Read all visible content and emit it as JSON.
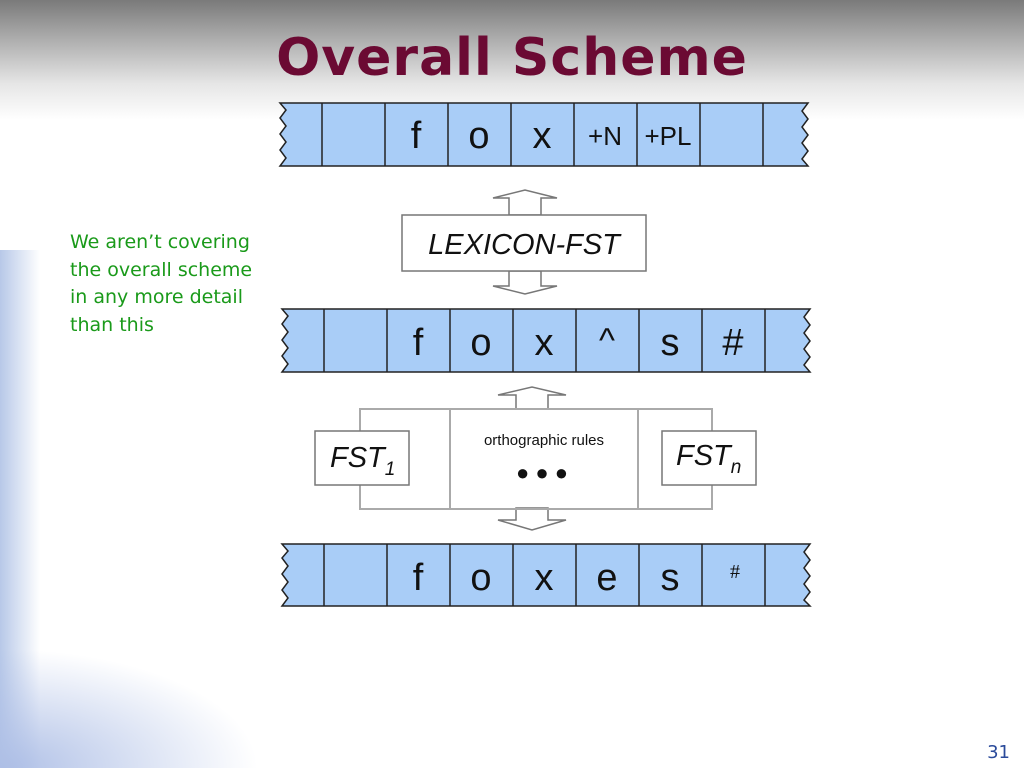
{
  "slide": {
    "title": "Overall Scheme",
    "note_lines": [
      "We aren’t covering",
      "the overall scheme",
      "in any more detail",
      "than this"
    ],
    "page_number": "31"
  },
  "diagram": {
    "tapes": [
      {
        "cells": [
          "",
          "f",
          "o",
          "x",
          "+N",
          "+PL",
          ""
        ]
      },
      {
        "cells": [
          "",
          "f",
          "o",
          "x",
          "^",
          "s",
          "#"
        ]
      },
      {
        "cells": [
          "",
          "f",
          "o",
          "x",
          "e",
          "s",
          "#"
        ]
      }
    ],
    "lexicon_label": "LEXICON-FST",
    "fst1_label": "FST",
    "fst1_subscript": "1",
    "fstn_label": "FST",
    "fstn_subscript": "n",
    "orthographic_label": "orthographic rules",
    "ellipsis": "● ● ●"
  },
  "colors": {
    "title": "#6b0a33",
    "note": "#1a9a1a",
    "tape_fill": "#a9cdf7",
    "page_number": "#2a4a9a"
  }
}
